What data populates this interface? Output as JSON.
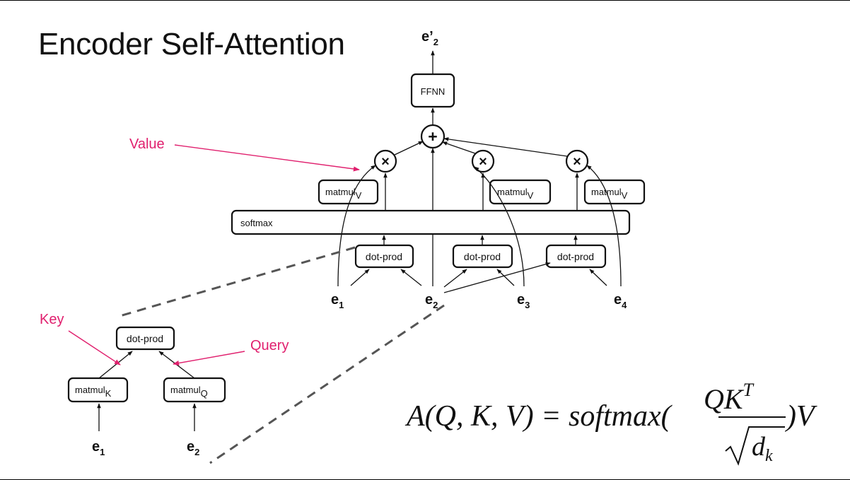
{
  "title": "Encoder Self-Attention",
  "top_output": {
    "base": "e",
    "prime": "’",
    "sub": "2"
  },
  "ffnn_label": "FFNN",
  "plus_symbol": "+",
  "times_symbol": "×",
  "softmax_label": "softmax",
  "matmul_v": {
    "base": "matmul",
    "sub": "V"
  },
  "dot_prod_label": "dot-prod",
  "inputs": [
    {
      "base": "e",
      "sub": "1"
    },
    {
      "base": "e",
      "sub": "2"
    },
    {
      "base": "e",
      "sub": "3"
    },
    {
      "base": "e",
      "sub": "4"
    }
  ],
  "annotations": {
    "value": "Value",
    "key": "Key",
    "query": "Query"
  },
  "detail": {
    "dot_prod_label": "dot-prod",
    "matmul_k": {
      "base": "matmul",
      "sub": "K"
    },
    "matmul_q": {
      "base": "matmul",
      "sub": "Q"
    },
    "inputs": [
      {
        "base": "e",
        "sub": "1"
      },
      {
        "base": "e",
        "sub": "2"
      }
    ]
  },
  "formula": {
    "lhs": "A(Q, K, V) = softmax(",
    "numerator": "QK",
    "numerator_sup": "T",
    "denominator": "d",
    "denominator_sub": "k",
    "rhs": ")V"
  },
  "colors": {
    "annotation": "#e0206e",
    "ink": "#111111",
    "dashed": "#555555"
  }
}
